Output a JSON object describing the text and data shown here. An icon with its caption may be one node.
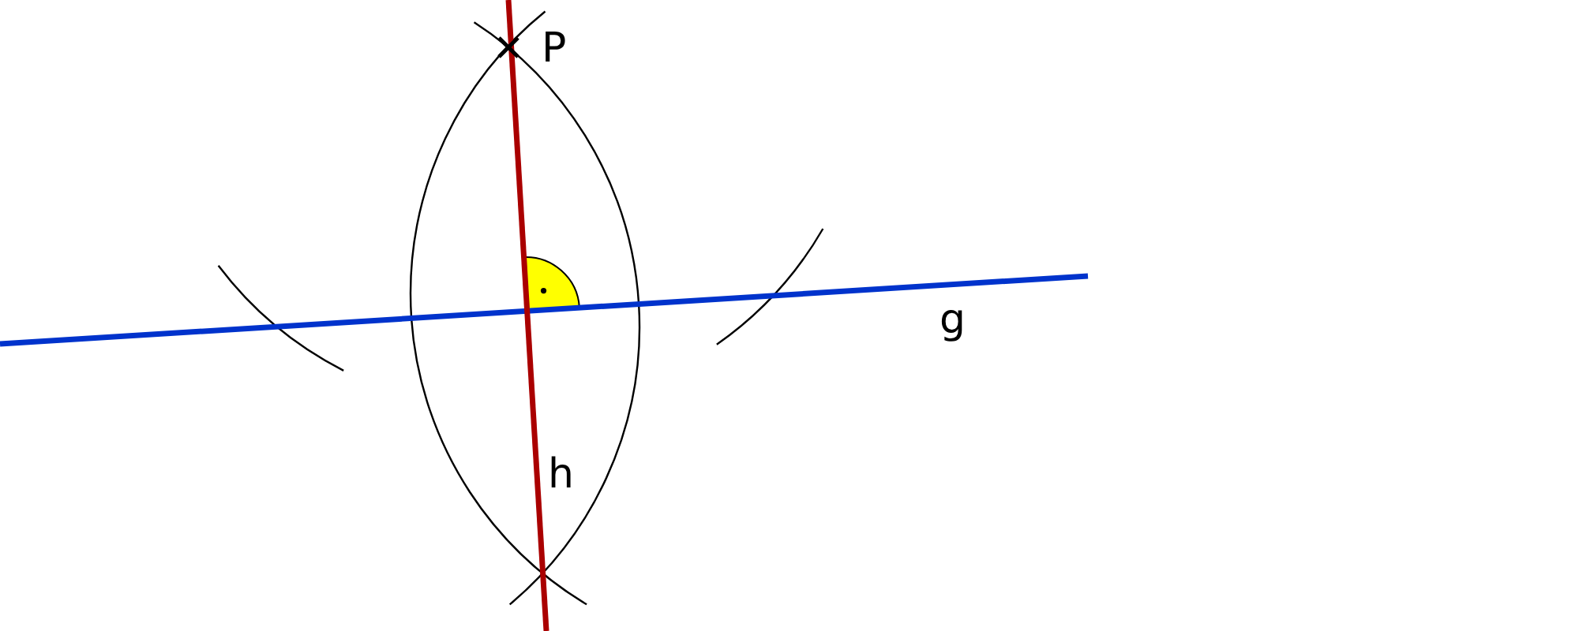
{
  "diagram": {
    "labels": [
      "P",
      "g",
      "h"
    ]
  }
}
